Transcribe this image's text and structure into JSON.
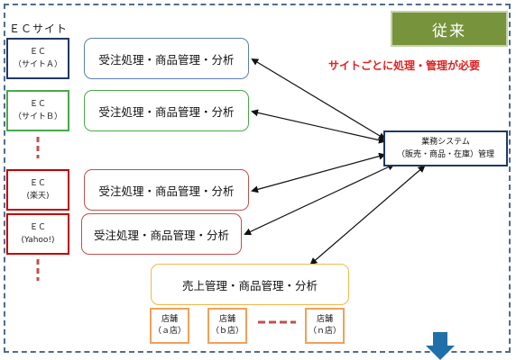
{
  "badge": "従来",
  "ec_section_title": "ＥＣサイト",
  "note": "サイトごとに処理・管理が必要",
  "sites": [
    {
      "line1": "ＥＣ",
      "line2": "（サイトＡ）",
      "color": "#1f3864"
    },
    {
      "line1": "ＥＣ",
      "line2": "（サイトＢ）",
      "color": "#4aa84a"
    },
    {
      "line1": "ＥＣ",
      "line2": "(楽天)",
      "color": "#c00000"
    },
    {
      "line1": "ＥＣ",
      "line2": "(Yahoo!)",
      "color": "#c00000"
    }
  ],
  "process_label": "受注処理・商品管理・分析",
  "process_colors": [
    "#5b7fb0",
    "#4aa84a",
    "#c0504d",
    "#c0504d"
  ],
  "management": {
    "line1": "業務システム",
    "line2": "（販売・商品・在庫）管理"
  },
  "store_process_label": "売上管理・商品管理・分析",
  "stores": [
    {
      "line1": "店舗",
      "line2": "（ａ店）"
    },
    {
      "line1": "店舗",
      "line2": "（ｂ店）"
    },
    {
      "line1": "店舗",
      "line2": "（ｎ店）"
    }
  ]
}
